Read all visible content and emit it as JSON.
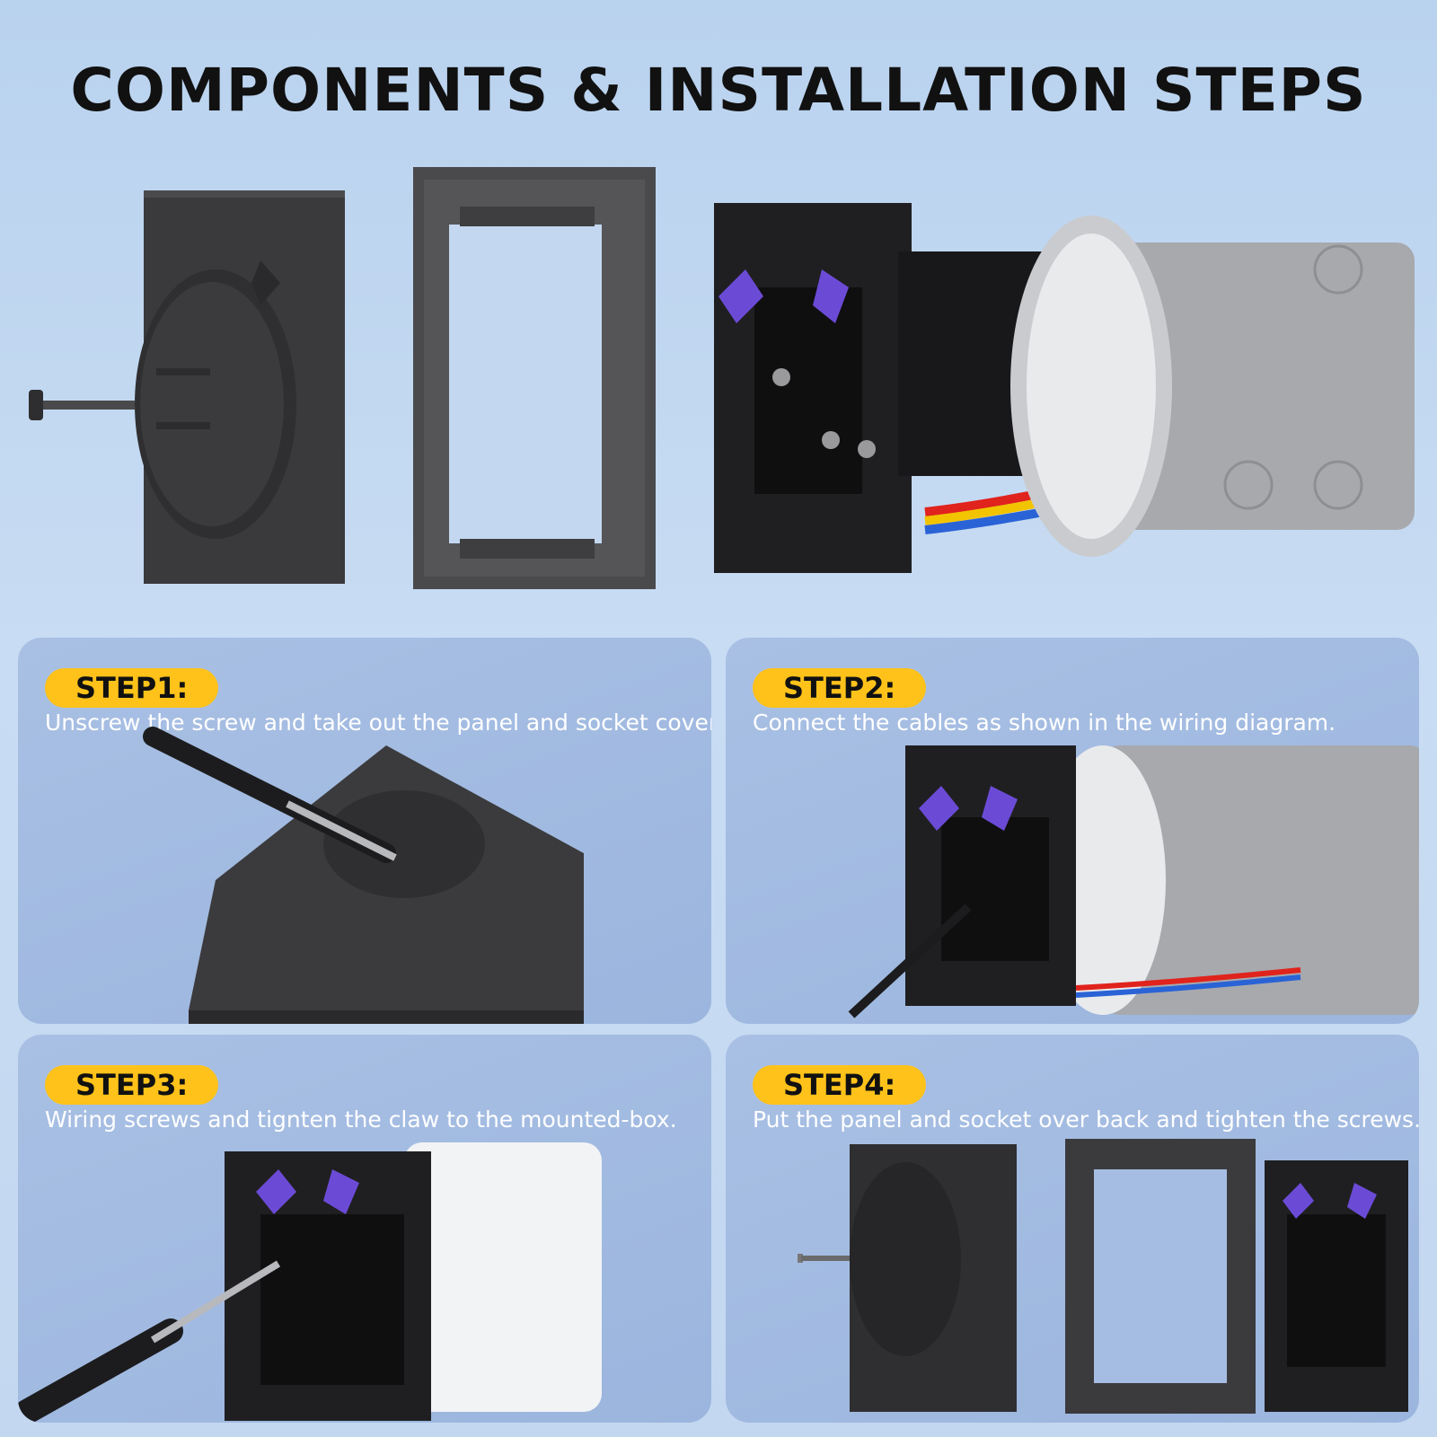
{
  "title": "COMPONENTS & INSTALLATION STEPS",
  "steps": [
    {
      "label": "STEP1:",
      "text": "Unscrew the screw and take out the panel and socket cover."
    },
    {
      "label": "STEP2:",
      "text": "Connect the cables as shown in the wiring diagram."
    },
    {
      "label": "STEP3:",
      "text": "Wiring screws and tignten the claw to the mounted-box."
    },
    {
      "label": "STEP4:",
      "text": "Put the panel and socket over back and tighten the screws."
    }
  ],
  "colors": {
    "badge": "#ffc21a",
    "panel_bg": "#a9c0e4",
    "device": "#2b2b2d",
    "usb": "#6b4bd6",
    "box": "#a7a9ad"
  }
}
